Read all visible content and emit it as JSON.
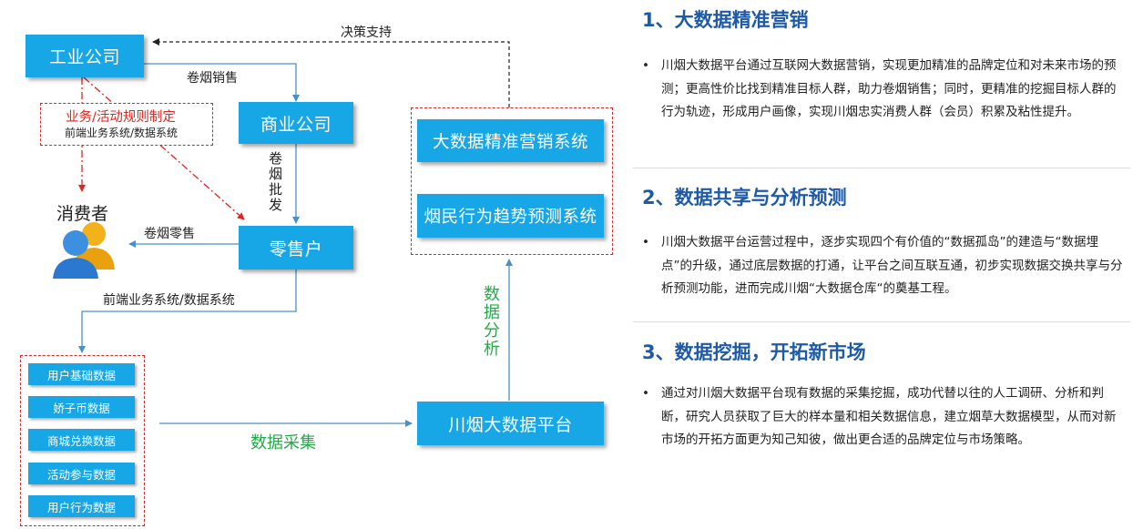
{
  "diagram": {
    "nodes": {
      "industry_company": "工业公司",
      "commercial_company": "商业公司",
      "retailer": "零售户",
      "consumer": "消费者",
      "marketing_system": "大数据精准营销系统",
      "trend_system": "烟民行为趋势预测系统",
      "platform": "川烟大数据平台"
    },
    "rule_box": {
      "title": "业务/活动规则制定",
      "subtitle": "前端业务系统/数据系统"
    },
    "data_items": [
      "用户基础数据",
      "娇子币数据",
      "商城兑换数据",
      "活动参与数据",
      "用户行为数据"
    ],
    "edges": {
      "decision_support": "决策支持",
      "cig_sales": "卷烟销售",
      "cig_wholesale": "卷烟批发",
      "cig_retail": "卷烟零售",
      "frontend_systems": "前端业务系统/数据系统",
      "data_collection": "数据采集",
      "data_analysis": "数据分析"
    }
  },
  "sections": [
    {
      "title": "1、大数据精准营销",
      "text": "川烟大数据平台通过互联网大数据营销，实现更加精准的品牌定位和对未来市场的预测；更高性价比找到精准目标人群，助力卷烟销售；同时，更精准的挖掘目标人群的行为轨迹，形成用户画像，实现川烟忠实消费人群（会员）积累及粘性提升。"
    },
    {
      "title": "2、数据共享与分析预测",
      "text": "川烟大数据平台运营过程中，逐步实现四个有价值的“数据孤岛”的建造与“数据埋点”的升级，通过底层数据的打通，让平台之间互联互通，初步实现数据交换共享与分析预测功能，进而完成川烟“大数据仓库“的奠基工程。"
    },
    {
      "title": "3、数据挖掘，开拓新市场",
      "text": "通过对川烟大数据平台现有数据的采集挖掘，成功代替以往的人工调研、分析和判断，研究人员获取了巨大的样本量和相关数据信息，建立烟草大数据模型，从而对新市场的开拓方面更为知己知彼，做出更合适的品牌定位与市场策略。"
    }
  ],
  "bullet_symbol": "•",
  "colors": {
    "box_blue": "#17a6e6",
    "arrow_blue": "#4a90c8",
    "dash_red": "#d9242a",
    "label_green": "#26a84a",
    "title_blue": "#1f5aa6"
  }
}
